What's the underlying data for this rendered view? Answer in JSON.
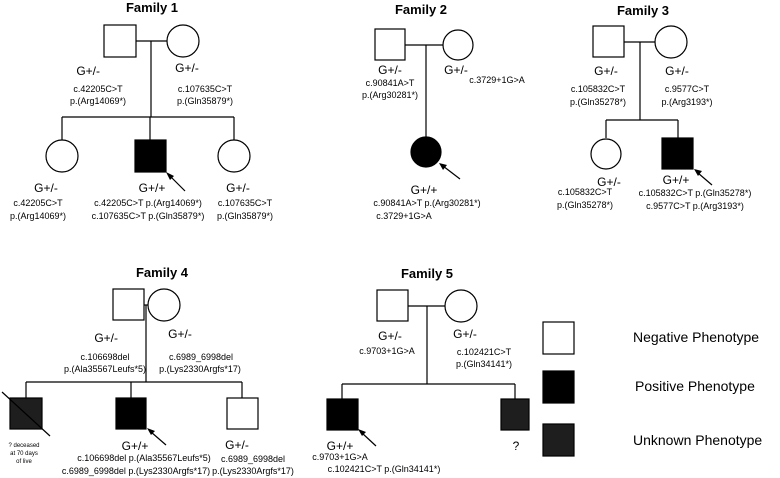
{
  "families": [
    {
      "title": "Family 1",
      "father": {
        "genotype": "G+/-",
        "variants": [
          "c.42205C>T",
          "p.(Arg14069*)"
        ]
      },
      "mother": {
        "genotype": "G+/-",
        "variants": [
          "c.107635C>T",
          "p.(Gln35879*)"
        ]
      },
      "children": [
        {
          "sex": "female",
          "phenotype": "negative",
          "genotype": "G+/-",
          "variants": [
            "c.42205C>T",
            "p.(Arg14069*)"
          ]
        },
        {
          "sex": "male",
          "phenotype": "positive",
          "proband": true,
          "genotype": "G+/+",
          "variants": [
            "c.42205C>T p.(Arg14069*)",
            "c.107635C>T p.(Gln35879*)"
          ]
        },
        {
          "sex": "female",
          "phenotype": "negative",
          "genotype": "G+/-",
          "variants": [
            "c.107635C>T",
            "p.(Gln35879*)"
          ]
        }
      ]
    },
    {
      "title": "Family 2",
      "father": {
        "genotype": "G+/-",
        "variants": [
          "c.90841A>T",
          "p.(Arg30281*)"
        ]
      },
      "mother": {
        "genotype": "G+/-",
        "variants": [
          "c.3729+1G>A"
        ]
      },
      "children": [
        {
          "sex": "female",
          "phenotype": "positive",
          "proband": true,
          "genotype": "G+/+",
          "variants": [
            "c.90841A>T p.(Arg30281*)",
            "c.3729+1G>A"
          ]
        }
      ]
    },
    {
      "title": "Family 3",
      "father": {
        "genotype": "G+/-",
        "variants": [
          "c.105832C>T",
          "p.(Gln35278*)"
        ]
      },
      "mother": {
        "genotype": "G+/-",
        "variants": [
          "c.9577C>T",
          "p.(Arg3193*)"
        ]
      },
      "children": [
        {
          "sex": "female",
          "phenotype": "negative",
          "genotype": "G+/-",
          "variants": [
            "c.105832C>T",
            "p.(Gln35278*)"
          ]
        },
        {
          "sex": "male",
          "phenotype": "positive",
          "proband": true,
          "genotype": "G+/+",
          "variants": [
            "c.105832C>T p.(Gln35278*)",
            "c.9577C>T p.(Arg3193*)"
          ]
        }
      ]
    },
    {
      "title": "Family 4",
      "father": {
        "genotype": "G+/-",
        "variants": [
          "c.106698del",
          "p.(Ala35567Leufs*5)"
        ]
      },
      "mother": {
        "genotype": "G+/-",
        "variants": [
          "c.6989_6998del",
          "p.(Lys2330Argfs*17)"
        ]
      },
      "children": [
        {
          "sex": "male",
          "phenotype": "unknown",
          "deceased": true,
          "note": [
            "? deceased",
            "at 70 days",
            "of live"
          ]
        },
        {
          "sex": "male",
          "phenotype": "positive",
          "proband": true,
          "genotype": "G+/+",
          "variants": [
            "c.106698del p.(Ala35567Leufs*5)",
            "c.6989_6998del p.(Lys2330Argfs*17)"
          ]
        },
        {
          "sex": "male",
          "phenotype": "negative",
          "genotype": "G+/-",
          "variants": [
            "c.6989_6998del",
            "p.(Lys2330Argfs*17)"
          ]
        }
      ]
    },
    {
      "title": "Family 5",
      "father": {
        "genotype": "G+/-",
        "variants": [
          "c.9703+1G>A"
        ]
      },
      "mother": {
        "genotype": "G+/-",
        "variants": [
          "c.102421C>T",
          "p.(Gln34141*)"
        ]
      },
      "children": [
        {
          "sex": "male",
          "phenotype": "positive",
          "proband": true,
          "genotype": "G+/+",
          "variants": [
            "c.9703+1G>A",
            "c.102421C>T p.(Gln34141*)"
          ]
        },
        {
          "sex": "male",
          "phenotype": "unknown",
          "note": [
            "?"
          ]
        }
      ]
    }
  ],
  "legend": [
    {
      "phenotype": "negative",
      "label": "Negative Phenotype"
    },
    {
      "phenotype": "positive",
      "label": "Positive Phenotype"
    },
    {
      "phenotype": "unknown",
      "label": "Unknown Phenotype"
    }
  ],
  "colors": {
    "negative": "#ffffff",
    "positive": "#000000",
    "unknown": "#1e1e1e",
    "stroke": "#000000"
  }
}
